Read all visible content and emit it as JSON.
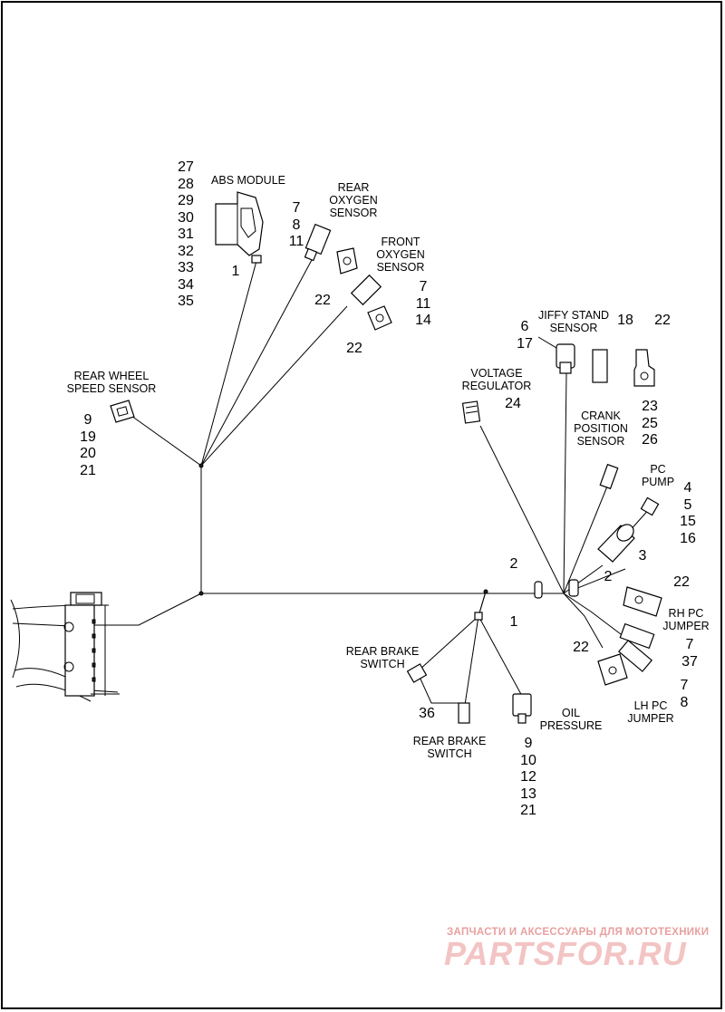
{
  "components": {
    "abs_module": {
      "name": "ABS MODULE",
      "numbers": "27\n28\n29\n30\n31\n32\n33\n34\n35",
      "lead": "1"
    },
    "rear_oxygen": {
      "name": "REAR\nOXYGEN\nSENSOR",
      "numbers": "7\n8\n11",
      "clip": "22"
    },
    "front_oxygen": {
      "name": "FRONT\nOXYGEN\nSENSOR",
      "numbers": "7\n11\n14",
      "clip": "22"
    },
    "rear_wheel_speed": {
      "name": "REAR WHEEL\nSPEED SENSOR",
      "numbers": "9\n19\n20\n21"
    },
    "jiffy_stand": {
      "name": "JIFFY STAND\nSENSOR",
      "numbers": "6\n17",
      "cap": "18",
      "clip": "22"
    },
    "voltage_regulator": {
      "name": "VOLTAGE\nREGULATOR",
      "number": "24"
    },
    "crank_position": {
      "name": "CRANK\nPOSITION\nSENSOR",
      "numbers": "23\n25\n26"
    },
    "pc_pump": {
      "name": "PC\nPUMP",
      "numbers": "4\n5\n15\n16",
      "body": "3"
    },
    "harness_clips": {
      "left": "2",
      "right": "2",
      "junction": "1"
    },
    "rh_pc_jumper": {
      "name": "RH PC\nJUMPER",
      "numbers": "7\n37",
      "clip": "22"
    },
    "lh_pc_jumper": {
      "name": "LH PC\nJUMPER",
      "numbers": "7\n8",
      "clip": "22"
    },
    "rear_brake_switch_upper": {
      "name": "REAR BRAKE\nSWITCH"
    },
    "rear_brake_switch_lower": {
      "name": "REAR BRAKE\nSWITCH",
      "number": "36"
    },
    "oil_pressure": {
      "name": "OIL\nPRESSURE",
      "numbers": "9\n10\n12\n13\n21"
    }
  },
  "watermark": {
    "line1": "ЗАПЧАСТИ И АКСЕССУАРЫ ДЛЯ МОТОТЕХНИКИ",
    "line2": "PARTSFOR.RU"
  }
}
